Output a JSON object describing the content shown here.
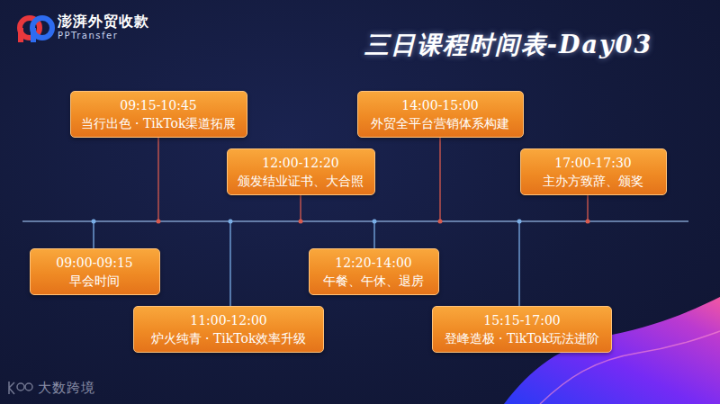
{
  "diagram": {
    "title": "三日课程时间表-Day03",
    "nodes": [
      {
        "text": [
          "09:00-09:15",
          "早会时间"
        ]
      },
      {
        "text": [
          "09:15-10:45",
          "当行出色 · TikTok渠道拓展"
        ]
      },
      {
        "text": [
          "11:00-12:00",
          "炉火纯青 · TikTok效率升级"
        ]
      },
      {
        "text": [
          "12:00-12:20",
          "颁发结业证书、大合照"
        ]
      },
      {
        "text": [
          "12:20-14:00",
          "午餐、午休、退房"
        ]
      },
      {
        "text": [
          "14:00-15:00",
          "外贸全平台营销体系构建"
        ]
      },
      {
        "text": [
          "15:15-17:00",
          "登峰造极 · TikTok玩法进阶"
        ]
      },
      {
        "text": [
          "17:00-17:30",
          "主办方致辞、颁奖"
        ]
      }
    ],
    "labels": [
      "澎湃外贸收款",
      "PPTransfer",
      "大数跨境"
    ]
  }
}
